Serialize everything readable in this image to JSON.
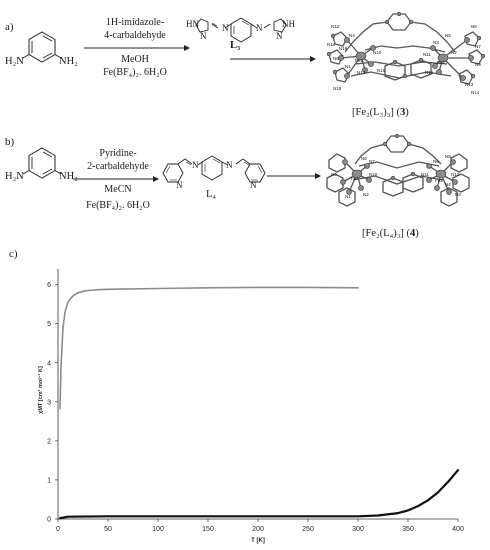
{
  "panel_a": {
    "label": "a)",
    "reactant": {
      "left": "H₂N",
      "right": "NH₂"
    },
    "conditions_top": [
      "1H-imidazole-",
      "4-carbaldehyde"
    ],
    "conditions_bottom": [
      "MeOH",
      "Fe(BF₄)₂. 6H₂O"
    ],
    "ligand_name": "L₃",
    "ligand_atoms": {
      "hn": "HN",
      "nh": "NH",
      "n1": "N",
      "n2": "N",
      "n3": "N",
      "n4": "N"
    },
    "product_caption_pre": "[Fe₂(L₃)₃] (",
    "product_caption_num": "3",
    "product_caption_post": ")",
    "atom_labels": [
      "N12",
      "N4",
      "N14",
      "N5",
      "N8",
      "N7",
      "N6",
      "N10",
      "N16",
      "N3",
      "N11",
      "N2",
      "Fe1",
      "Fe2",
      "N9",
      "N17",
      "N15",
      "N13",
      "N1",
      "N18",
      "N14",
      "N19"
    ]
  },
  "panel_b": {
    "label": "b)",
    "reactant": {
      "left": "H₂N",
      "right": "NH₂"
    },
    "conditions_top": [
      "Pyridine-",
      "2-carbaldehyde"
    ],
    "conditions_mid": [
      "MeCN"
    ],
    "conditions_bottom": [
      "Fe(BF₄)₂. 6H₂O"
    ],
    "ligand_name": "L₄",
    "ligand_atoms": {
      "n_py1": "N",
      "n_im1": "N",
      "n_im2": "N",
      "n_py2": "N"
    },
    "product_caption_pre": "[Fe₂(L₄)₃] (",
    "product_caption_num": "4",
    "product_caption_post": ")",
    "atom_labels": [
      "N6",
      "N7",
      "N8",
      "N5",
      "N10",
      "N11",
      "N12",
      "Fe1",
      "Fe2",
      "N9",
      "N4",
      "N3",
      "N2",
      "N1"
    ]
  },
  "panel_c": {
    "label": "c)"
  },
  "chart_data": {
    "type": "line",
    "xlabel": "T [K]",
    "ylabel": "χMT [cm³ mol⁻¹ K]",
    "xlim": [
      0,
      400
    ],
    "ylim": [
      0,
      6.4
    ],
    "xticks": [
      0,
      50,
      100,
      150,
      200,
      250,
      300,
      350,
      400
    ],
    "yticks": [
      0,
      1,
      2,
      3,
      4,
      5,
      6
    ],
    "grid": false,
    "series": [
      {
        "color": "#8c8c8c",
        "x": [
          2,
          3,
          5,
          7,
          10,
          13,
          16,
          20,
          25,
          30,
          40,
          50,
          75,
          100,
          150,
          200,
          250,
          300
        ],
        "y": [
          2.82,
          3.9,
          4.9,
          5.3,
          5.55,
          5.66,
          5.73,
          5.79,
          5.83,
          5.85,
          5.87,
          5.88,
          5.89,
          5.9,
          5.92,
          5.93,
          5.93,
          5.92
        ]
      },
      {
        "color": "#111111",
        "x": [
          2,
          10,
          50,
          100,
          150,
          200,
          250,
          300,
          320,
          340,
          350,
          360,
          370,
          380,
          390,
          400
        ],
        "y": [
          0.02,
          0.06,
          0.07,
          0.07,
          0.07,
          0.07,
          0.07,
          0.07,
          0.09,
          0.15,
          0.22,
          0.33,
          0.48,
          0.68,
          0.95,
          1.25
        ]
      }
    ]
  }
}
